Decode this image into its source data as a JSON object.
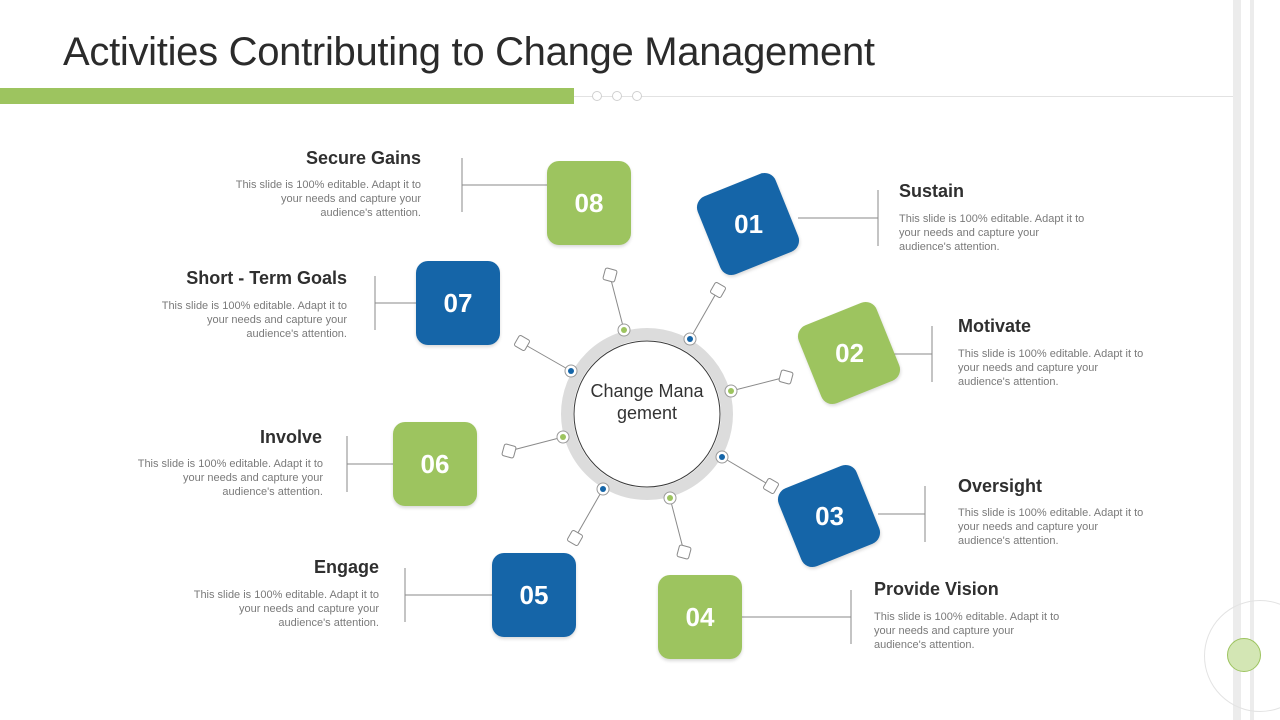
{
  "title": "Activities Contributing to Change Management",
  "center_label": "Change Management",
  "colors": {
    "green": "#9dc45f",
    "blue": "#1565a8"
  },
  "items": [
    {
      "num": "01",
      "heading": "Sustain",
      "text": "This slide is 100% editable. Adapt it to your needs and capture your audience's attention.",
      "color": "blue"
    },
    {
      "num": "02",
      "heading": "Motivate",
      "text": "This slide is 100% editable. Adapt it to your needs and capture your audience's attention.",
      "color": "green"
    },
    {
      "num": "03",
      "heading": "Oversight",
      "text": "This slide is 100% editable. Adapt it to your needs and capture your audience's attention.",
      "color": "blue"
    },
    {
      "num": "04",
      "heading": "Provide Vision",
      "text": "This slide is 100% editable. Adapt it to your needs and capture your audience's attention.",
      "color": "green"
    },
    {
      "num": "05",
      "heading": "Engage",
      "text": "This slide is 100% editable. Adapt it to your needs and capture your audience's attention.",
      "color": "blue"
    },
    {
      "num": "06",
      "heading": "Involve",
      "text": "This slide is 100% editable. Adapt it to your needs and capture your audience's attention.",
      "color": "green"
    },
    {
      "num": "07",
      "heading": "Short - Term Goals",
      "text": "This slide is 100% editable. Adapt it to your needs and capture your audience's attention.",
      "color": "blue"
    },
    {
      "num": "08",
      "heading": "Secure Gains",
      "text": "This slide is 100% editable. Adapt it to your needs and capture your audience's attention.",
      "color": "green"
    }
  ]
}
